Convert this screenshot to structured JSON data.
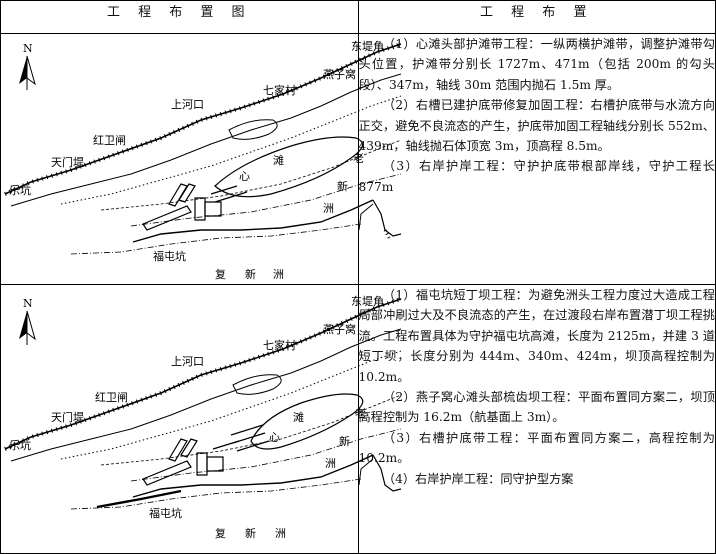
{
  "header": {
    "left": "工 程 布 置 图",
    "right": "工 程 布 置"
  },
  "map_labels": {
    "north": "N",
    "dongdijiao": "东堤角",
    "yanziwo": "燕子窝",
    "qijiacun": "七家村",
    "shanghekou": "上河口",
    "hongweizha": "红卫闸",
    "tianmendi": "天门堤",
    "lekeng": "乐坑",
    "xintan_1": "心",
    "xintan_2": "滩",
    "laoxinzhou_1": "老",
    "laoxinzhou_2": "新",
    "laoxinzhou_3": "洲",
    "futunkeng": "福屯坑",
    "fuxinzhou_1": "复",
    "fuxinzhou_2": "新",
    "fuxinzhou_3": "洲"
  },
  "rows": [
    {
      "paragraphs": [
        "（1）心滩头部护滩带工程：一纵两横护滩带，调整护滩带勾头位置，护滩带分别长 1727m、471m（包括 200m 的勾头段）、347m，轴线 30m 范围内抛石 1.5m 厚。",
        "（2）右槽已建护底带修复加固工程：右槽护底带与水流方向正交，避免不良流态的产生，护底带加固工程轴线分别长 552m、439m，轴线抛石体顶宽 3m，顶高程 8.5m。",
        "（3）右岸护岸工程：守护护底带根部岸线，守护工程长 877m"
      ]
    },
    {
      "paragraphs": [
        "（1）福屯坑短丁坝工程：为避免洲头工程力度过大造成工程局部冲刷过大及不良流态的产生，在过渡段右岸布置潜丁坝工程挑流。工程布置具体为守护福屯坑高滩，长度为 2125m，并建 3 道短丁坝，长度分别为 444m、340m、424m，坝顶高程控制为 10.2m。",
        "（2）燕子窝心滩头部梳齿坝工程：平面布置同方案二，坝顶高程控制为 16.2m（航基面上 3m）。",
        "（3）右槽护底带工程：平面布置同方案二，高程控制为 10.2m。",
        "（4）右岸护岸工程：同守护型方案"
      ]
    }
  ]
}
